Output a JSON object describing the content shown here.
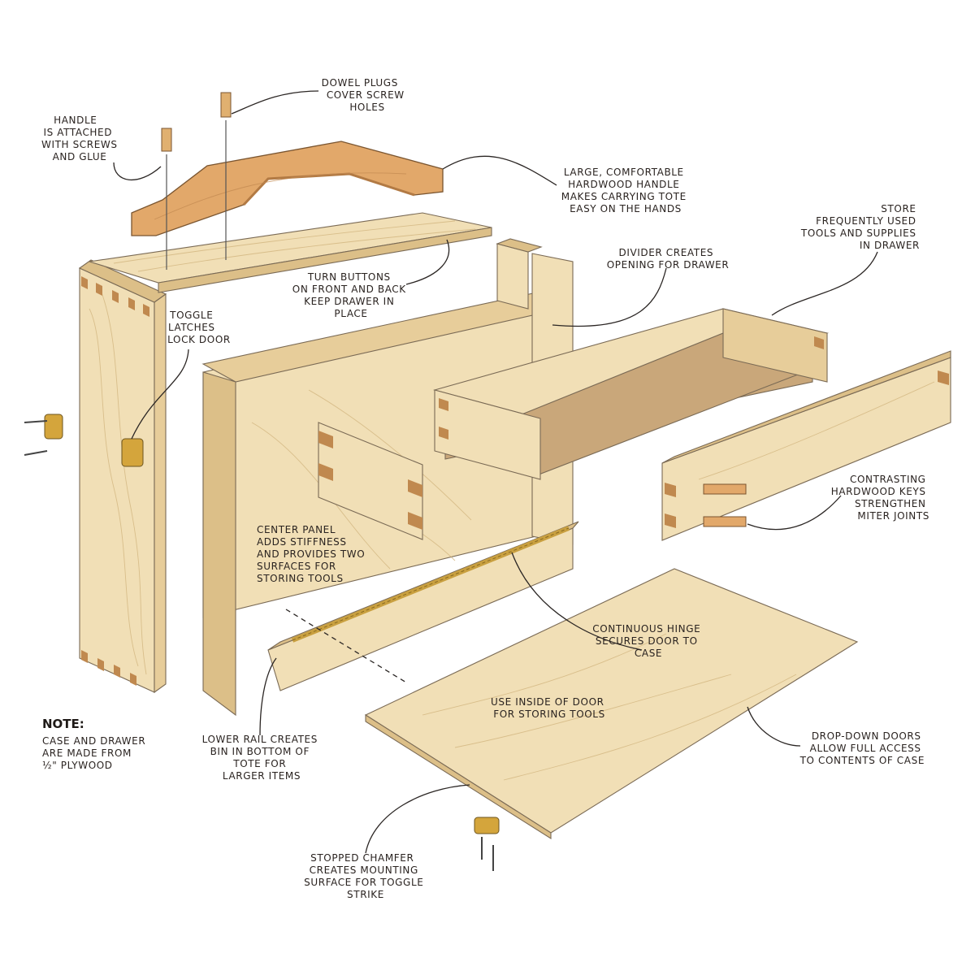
{
  "labels": {
    "dowel_plugs": [
      "DOWEL PLUGS",
      "COVER SCREW",
      "HOLES"
    ],
    "handle_attached": [
      "HANDLE",
      "IS ATTACHED",
      "WITH SCREWS",
      "AND GLUE"
    ],
    "large_handle": [
      "LARGE, COMFORTABLE",
      "HARDWOOD HANDLE",
      "MAKES CARRYING TOTE",
      "EASY ON THE HANDS"
    ],
    "store_tools": [
      "STORE",
      "FREQUENTLY USED",
      "TOOLS AND SUPPLIES",
      "IN DRAWER"
    ],
    "divider": [
      "DIVIDER CREATES",
      "OPENING FOR DRAWER"
    ],
    "turn_buttons": [
      "TURN BUTTONS",
      "ON FRONT AND BACK",
      "KEEP DRAWER IN",
      "PLACE"
    ],
    "toggle_latches": [
      "TOGGLE",
      "LATCHES",
      "LOCK DOOR"
    ],
    "center_panel": [
      "CENTER PANEL",
      "ADDS STIFFNESS",
      "AND PROVIDES TWO",
      "SURFACES FOR",
      "STORING TOOLS"
    ],
    "contrasting_keys": [
      "CONTRASTING",
      "HARDWOOD KEYS",
      "STRENGTHEN",
      "MITER JOINTS"
    ],
    "continuous_hinge": [
      "CONTINUOUS HINGE",
      "SECURES DOOR TO",
      "CASE"
    ],
    "use_inside": [
      "USE INSIDE OF DOOR",
      "FOR STORING TOOLS"
    ],
    "drop_down": [
      "DROP-DOWN DOORS",
      "ALLOW FULL ACCESS",
      "TO CONTENTS OF CASE"
    ],
    "lower_rail": [
      "LOWER RAIL CREATES",
      "BIN IN BOTTOM OF",
      "TOTE FOR",
      "LARGER ITEMS"
    ],
    "stopped_chamfer": [
      "STOPPED CHAMFER",
      "CREATES MOUNTING",
      "SURFACE FOR TOGGLE",
      "STRIKE"
    ]
  },
  "note": {
    "title": "NOTE:",
    "lines": [
      "CASE AND DRAWER",
      "ARE MADE FROM",
      "½\" PLYWOOD"
    ]
  },
  "colors": {
    "plywood_light": "#f1dfb6",
    "plywood_mid": "#e7cd9a",
    "plywood_dark": "#dcbf88",
    "hardwood_handle": "#e2a86a",
    "hardboard": "#c9a77a",
    "brass": "#d4a53c",
    "ink": "#2a2320"
  }
}
